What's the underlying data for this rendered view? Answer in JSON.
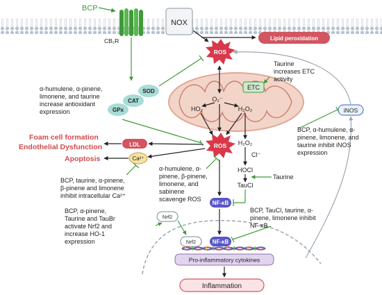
{
  "membrane": {
    "bcp_label": "BCP",
    "receptor_label": "CB₂R",
    "nox_label": "NOX"
  },
  "nodes": {
    "lipid_peroxidation": "Lipid peroxidation",
    "ros_top": "ROS",
    "ros_mid": "ROS",
    "sod": "SOD",
    "cat": "CAT",
    "gpx": "GPx",
    "etc": "ETC",
    "o2_minus": "O₂⁻",
    "h2o2_left": "HO₂˙",
    "h2o2_mito": "H₂O₂",
    "h2o2_out": "H₂O₂",
    "cl": "Cl⁻",
    "hocl": "HOCl",
    "taucl": "TauCl",
    "taurine": "Taurine",
    "inos": "iNOS",
    "ldl": "LDL",
    "ca": "Ca²⁺",
    "nfkb_cyto": "NF-κB",
    "nfkb_nucleus": "NF-κB",
    "nrf2_cyto": "Nrf2",
    "nrf2_nucleus": "Nrf2",
    "cytokines": "Pro-inflammatory cytokines",
    "inflammation": "Inflammation"
  },
  "outcomes": {
    "foam": "Foam cell formation",
    "endothelial": "Endothelial Dysfunction",
    "apoptosis": "Apoptosis"
  },
  "annotations": {
    "antioxidant": [
      "α-humulene, α-pinene,",
      "limonene, and taurine",
      "increase antioxidant",
      "expression"
    ],
    "etc_taurine": [
      "Taurine",
      "increases ETC",
      "activity"
    ],
    "inos_inhibit": [
      "BCP, α-humulene, α-",
      "pinene, limonene, and",
      "taurine inhibit iNOS",
      "expression"
    ],
    "scavenge": [
      "α-humulene, α-",
      "pinene, β-pinene,",
      "limonene, and",
      "sabinene",
      "scavenge ROS"
    ],
    "calcium": [
      "BCP, taurine, α-pinene,",
      "β-pinene and limonene",
      "inhibit intracellular Ca²⁺"
    ],
    "nrf2": [
      "BCP, α-pinene,",
      "Taurine and TauBr",
      "activate Nrf2 and",
      "increase HO-1",
      "expression"
    ],
    "nfkb_inhibit": [
      "BCP, TauCl, taurine, α-",
      "pinene, limonene inhibit",
      "NF-κB"
    ]
  },
  "colors": {
    "membrane": "#b9c3cf",
    "ros": "#d9384a",
    "green_arrow": "#3f9a3a",
    "mito_outer": "#e9c3b4",
    "mito_inner": "#c87f6e",
    "enzyme": "#a8dcd6",
    "nfkb": "#5a57c8",
    "pill_red": "#d2555f",
    "nrf2": "#ffffff",
    "dna_red": "#d83c4a",
    "dna_blue": "#3f63c6"
  }
}
